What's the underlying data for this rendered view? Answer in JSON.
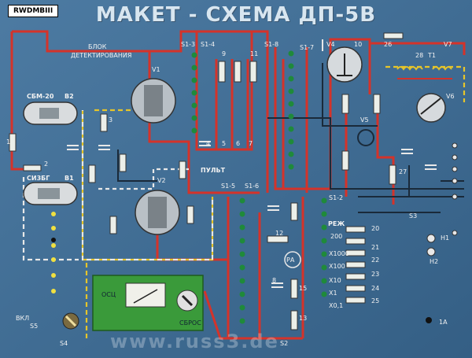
{
  "tag": "RWDMBIII",
  "title": "МАКЕТ - СХЕМА ДП-5В",
  "labels": {
    "block_det_1": "БЛОК",
    "block_det_2": "ДЕТЕКТИРОВАНИЯ",
    "sbm20": "СБМ-20",
    "si3bg": "СИ3БГ",
    "b1": "В1",
    "b2": "В2",
    "v1": "V1",
    "v2": "V2",
    "v4": "V4",
    "v5": "V5",
    "v6": "V6",
    "v7": "V7",
    "t1": "T1",
    "s13": "S1-3",
    "s14": "S1-4",
    "s18": "S1-8",
    "s17": "S1-7",
    "s15": "S1-5",
    "s16": "S1-6",
    "s12": "S1-2",
    "s2": "S2",
    "s3": "S3",
    "s4": "S4",
    "s5": "S5",
    "pult": "ПУЛЬТ",
    "pex": "РЕЖ",
    "x1000": "X1000",
    "x100": "X100",
    "x10": "X10",
    "x1": "X1",
    "x01": "X0,1",
    "n200": "200",
    "osc": "ОСЦ",
    "sbros": "СБРОС",
    "vkl": "ВКЛ",
    "h1": "H1",
    "h2": "H2",
    "f1a": "1А",
    "pa": "РА",
    "n1": "1",
    "n2": "2",
    "n3": "3",
    "n4": "4",
    "n5": "5",
    "n6": "6",
    "n7": "7",
    "n8": "8",
    "n9": "9",
    "n10": "10",
    "n11": "11",
    "n12": "12",
    "n13": "13",
    "n15": "15",
    "n20": "20",
    "n21": "21",
    "n22": "22",
    "n23": "23",
    "n24": "24",
    "n25": "25",
    "n26": "26",
    "n27": "27",
    "n28": "28"
  },
  "watermark": "www.russ3.de",
  "colors": {
    "board": "#3d6b93",
    "wire_red": "#d4332a",
    "wire_yellow": "#e6c52a",
    "wire_white": "#e8e8e8",
    "wire_dark": "#1a2a3a",
    "meter_panel": "#3a9a3a",
    "lamp_yellow": "#f0e040",
    "pin_green": "#1f8a3a"
  }
}
